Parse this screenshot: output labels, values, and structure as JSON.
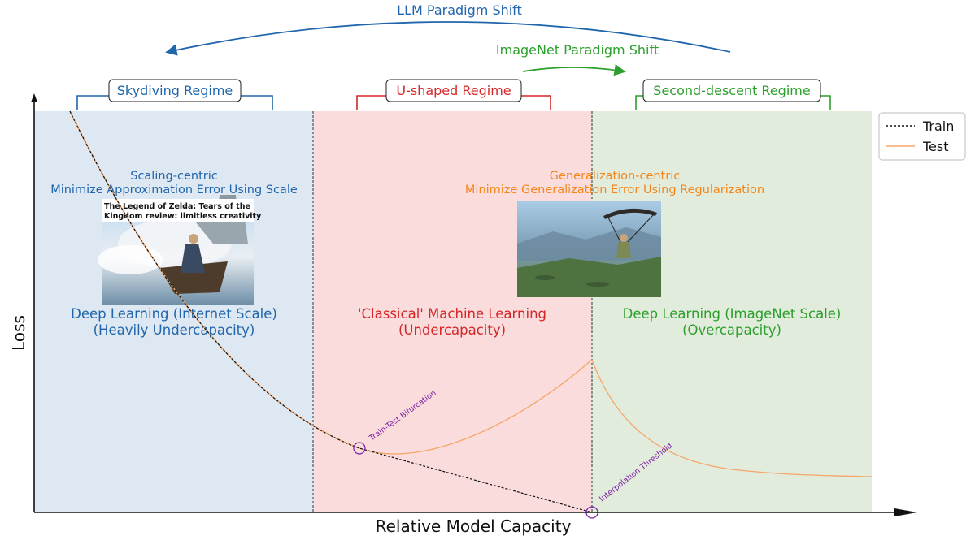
{
  "colors": {
    "blue": "#2166ac",
    "red": "#d62728",
    "green": "#2ca02c",
    "orange": "#f58518",
    "test_curve": "#f5a66b",
    "train_curve": "#111111",
    "annotation": "#7a1fa2",
    "zone_blue": "#dde8f2",
    "zone_red": "#fadcdc",
    "zone_green": "#e2ecdd"
  },
  "arrows": {
    "llm_shift": "LLM Paradigm Shift",
    "imagenet_shift": "ImageNet Paradigm Shift"
  },
  "regimes": {
    "skydiving": "Skydiving Regime",
    "u_shaped": "U-shaped Regime",
    "second_descent": "Second-descent Regime"
  },
  "zones": {
    "left": {
      "sub1": "Scaling-centric",
      "sub2": "Minimize Approximation Error Using Scale",
      "main1": "Deep Learning (Internet Scale)",
      "main2": "(Heavily Undercapacity)"
    },
    "middle": {
      "main1": "'Classical' Machine Learning",
      "main2": "(Undercapacity)"
    },
    "right": {
      "sub1": "Generalization-centric",
      "sub2": "Minimize Generalization Error Using Regularization",
      "main1": "Deep Learning (ImageNet Scale)",
      "main2": "(Overcapacity)"
    }
  },
  "thumbnails": {
    "zelda_caption_line1": "The Legend of Zelda: Tears of the",
    "zelda_caption_line2": "Kingdom review: limitless creativity"
  },
  "annotations": {
    "bifurcation": "Train-Test Bifurcation",
    "interpolation": "Interpolation Threshold"
  },
  "axes": {
    "xlabel": "Relative Model Capacity",
    "ylabel": "Loss"
  },
  "legend": {
    "train": "Train",
    "test": "Test"
  }
}
